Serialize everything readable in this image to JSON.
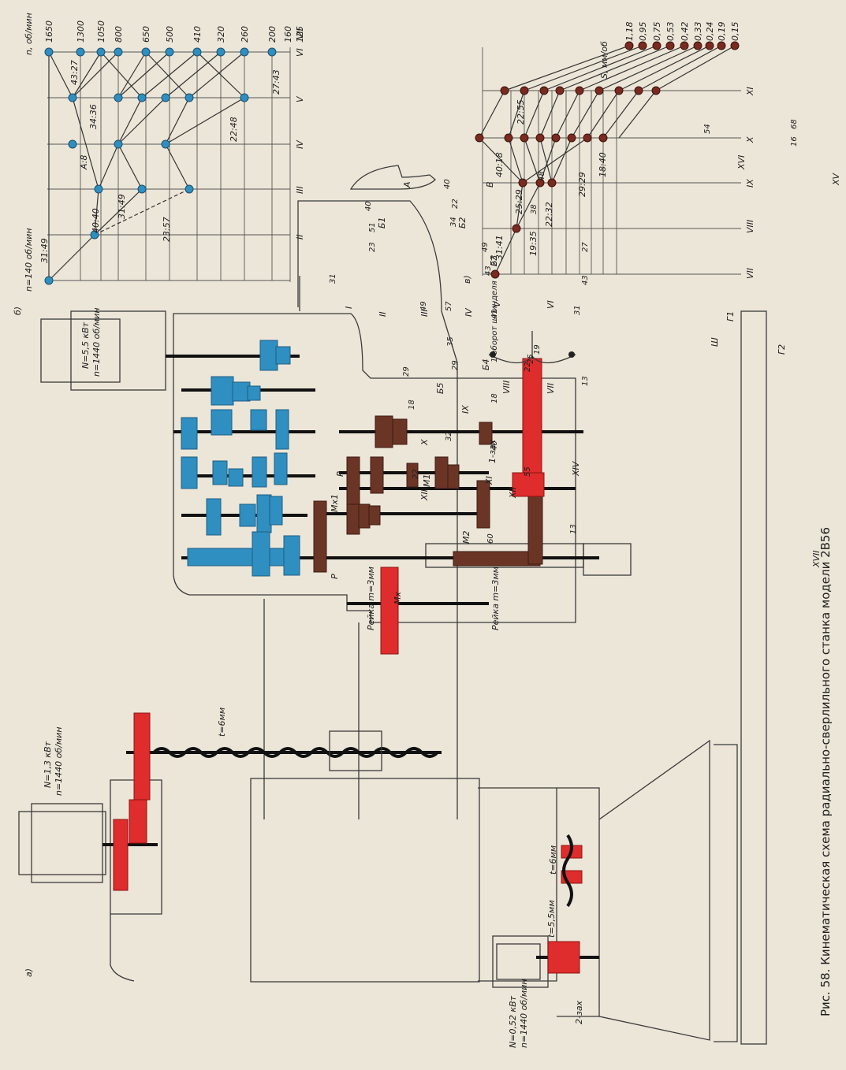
{
  "caption": "Рис. 58. Кинематическая схема радиально-сверлильного станка модели 2В56",
  "panels": {
    "a": "а)",
    "b": "б)",
    "v": "в)"
  },
  "speed_chart": {
    "axis_title": "n, об/мин",
    "shaft_left": "n=140 об/мин",
    "speeds": [
      "1650",
      "1300",
      "1050",
      "800",
      "650",
      "500",
      "410",
      "320",
      "260",
      "200",
      "160",
      "125"
    ],
    "shafts": [
      "II",
      "III",
      "IV",
      "V",
      "VI",
      "VII"
    ],
    "ratios": [
      "31:49",
      "40:40",
      "A:8",
      "34:36",
      "43:27",
      "31:49",
      "23:57",
      "22:48",
      "27:43"
    ]
  },
  "feed_chart": {
    "axis_title": "S, мм/об",
    "feeds": [
      "1,18",
      "0,95",
      "0,75",
      "0,53",
      "0,42",
      "0,33",
      "0,24",
      "0,19",
      "0,15"
    ],
    "shafts": [
      "VII",
      "VIII",
      "IX",
      "X",
      "XI"
    ],
    "ratios": [
      "31:41",
      "25:29",
      "19:35",
      "22:32",
      "40:18",
      "29:29",
      "18:40",
      "22:55"
    ]
  },
  "motors": {
    "main_power": "N=5,5 кВт",
    "main_speed": "n=1440 об/мин",
    "lift_power": "N=1,3 кВт",
    "lift_speed": "n=1440 об/мин",
    "clamp_power": "N=0,52 кВт",
    "clamp_speed": "n=1440 об/мин"
  },
  "shaft_numerals": [
    "I",
    "II",
    "III",
    "IV",
    "V",
    "VI",
    "VII",
    "VIII",
    "IX",
    "X",
    "XI",
    "XII",
    "XIII",
    "XIV",
    "XV",
    "XVI",
    "XVII"
  ],
  "gear_numbers": [
    "31",
    "40",
    "23",
    "51",
    "49",
    "34",
    "22",
    "40",
    "57",
    "49",
    "43",
    "27",
    "38",
    "48",
    "27",
    "43",
    "31",
    "41",
    "35",
    "29",
    "19",
    "25",
    "22",
    "18",
    "32",
    "40",
    "29",
    "18",
    "22",
    "55",
    "13",
    "13",
    "60",
    "23",
    "68",
    "16",
    "54",
    "60"
  ],
  "block_labels": [
    "Б1",
    "Б2",
    "Б3",
    "Б4",
    "Б5",
    "A",
    "B",
    "M1",
    "M2",
    "Г1",
    "Г2",
    "Ш",
    "Mx",
    "Mx1",
    "P",
    "P"
  ],
  "annotations": {
    "rack1": "Рейка m=3мм",
    "rack2": "Рейка m=3мм",
    "screw1": "t=6мм",
    "screw2": "t=6мм",
    "screw3": "t=5,5мм",
    "worm1": "1-зах",
    "worm2": "2-зах",
    "handwheel": "1 оборот шпинделя"
  }
}
